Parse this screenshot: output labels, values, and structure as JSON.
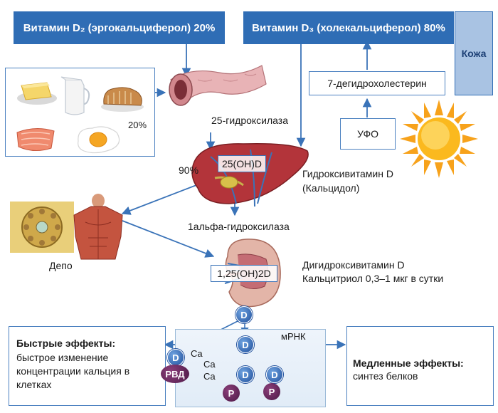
{
  "headers": {
    "vit_d2": "Витамин D₂ (эргокальциферол) 20%",
    "vit_d3": "Витамин D₃ (холекальциферол) 80%",
    "skin": "Кожа"
  },
  "food": {
    "percent": "20%"
  },
  "pathway": {
    "dehydro": "7-дегидрохолестерин",
    "uv": "УФО",
    "hydroxylase25": "25-гидроксилаза",
    "liver_percent": "90%",
    "oh_d": "25(OH)D",
    "calcidiol_line1": "Гидроксивитамин  D",
    "calcidiol_line2": "(Кальцидол)",
    "alpha_hydroxylase": "1альфа-гидроксилаза",
    "depot": "Депо",
    "oh2d": "1,25(OH)2D",
    "calcitriol_line1": "Дигидроксивитамин D",
    "calcitriol_line2": "Кальцитриол 0,3–1 мкг в сутки"
  },
  "fast": {
    "title": "Быстрые эффекты:",
    "line1": "быстрое изменение",
    "line2": "концентрации кальция в",
    "line3": "клетках"
  },
  "slow": {
    "title": "Медленные эффекты:",
    "line1": "синтез белков"
  },
  "cell": {
    "d": "D",
    "p": "P",
    "rvd": "РВД",
    "ca": "Ca",
    "mrna": "мРНК"
  },
  "colors": {
    "header_blue": "#2f6db5",
    "skin_blue": "#a9c3e3",
    "arrow_blue": "#3a73b8",
    "receptor_purple": "#5a1f52"
  }
}
